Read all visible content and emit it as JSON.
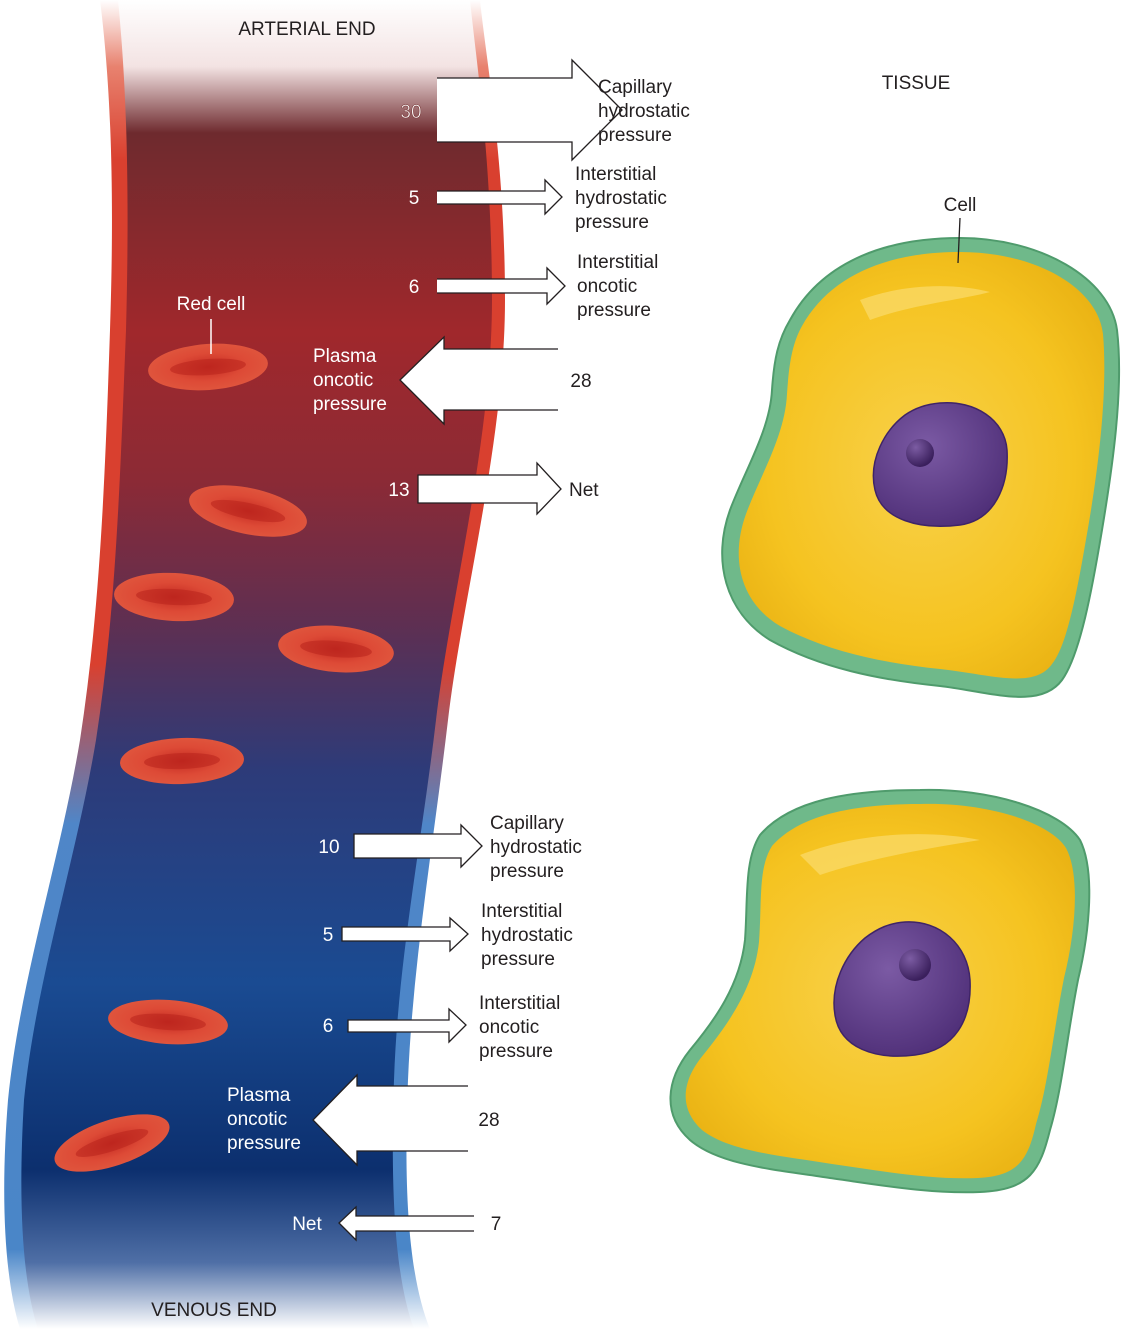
{
  "headers": {
    "arterial_end": "ARTERIAL END",
    "venous_end": "VENOUS END",
    "tissue": "TISSUE"
  },
  "labels": {
    "red_cell": "Red cell",
    "cell": "Cell"
  },
  "arterial": {
    "capillary_hydrostatic": {
      "value": "30",
      "lines": [
        "Capillary",
        "hydrostatic",
        "pressure"
      ],
      "direction": "out"
    },
    "interstitial_hydrostatic": {
      "value": "5",
      "lines": [
        "Interstitial",
        "hydrostatic",
        "pressure"
      ],
      "direction": "out"
    },
    "interstitial_oncotic": {
      "value": "6",
      "lines": [
        "Interstitial",
        "oncotic",
        "pressure"
      ],
      "direction": "out"
    },
    "plasma_oncotic": {
      "value": "28",
      "lines": [
        "Plasma",
        "oncotic",
        "pressure"
      ],
      "direction": "in"
    },
    "net": {
      "value": "13",
      "label": "Net",
      "direction": "out"
    }
  },
  "venous": {
    "capillary_hydrostatic": {
      "value": "10",
      "lines": [
        "Capillary",
        "hydrostatic",
        "pressure"
      ],
      "direction": "out"
    },
    "interstitial_hydrostatic": {
      "value": "5",
      "lines": [
        "Interstitial",
        "hydrostatic",
        "pressure"
      ],
      "direction": "out"
    },
    "interstitial_oncotic": {
      "value": "6",
      "lines": [
        "Interstitial",
        "oncotic",
        "pressure"
      ],
      "direction": "out"
    },
    "plasma_oncotic": {
      "value": "28",
      "lines": [
        "Plasma",
        "oncotic",
        "pressure"
      ],
      "direction": "in"
    },
    "net": {
      "value": "7",
      "label": "Net",
      "direction": "in"
    }
  },
  "colors": {
    "arterial_wall": "#d9402f",
    "venous_wall": "#4a86c8",
    "arterial_blood": "#a3262b",
    "venous_blood": "#0f3f86",
    "red_cell": "#d6352b",
    "cell_body": "#f6c31a",
    "cell_membrane": "#6fb98a",
    "nucleus": "#5d3b86"
  }
}
